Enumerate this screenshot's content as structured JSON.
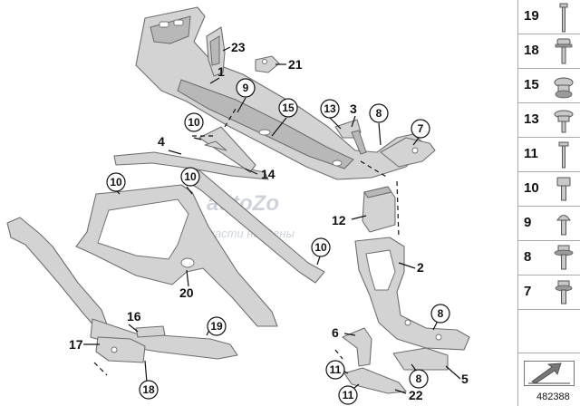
{
  "diagram": {
    "callouts_plain": [
      {
        "id": "23",
        "label": "23"
      },
      {
        "id": "21",
        "label": "21"
      },
      {
        "id": "1",
        "label": "1"
      },
      {
        "id": "3",
        "label": "3"
      },
      {
        "id": "4",
        "label": "4"
      },
      {
        "id": "14",
        "label": "14"
      },
      {
        "id": "12",
        "label": "12"
      },
      {
        "id": "2",
        "label": "2"
      },
      {
        "id": "20",
        "label": "20"
      },
      {
        "id": "16",
        "label": "16"
      },
      {
        "id": "17",
        "label": "17"
      },
      {
        "id": "6",
        "label": "6"
      },
      {
        "id": "5",
        "label": "5"
      },
      {
        "id": "22",
        "label": "22"
      }
    ],
    "callouts_circled": [
      {
        "id": "9",
        "label": "9"
      },
      {
        "id": "15",
        "label": "15"
      },
      {
        "id": "13",
        "label": "13"
      },
      {
        "id": "8a",
        "label": "8"
      },
      {
        "id": "7",
        "label": "7"
      },
      {
        "id": "10a",
        "label": "10"
      },
      {
        "id": "10b",
        "label": "10"
      },
      {
        "id": "10c",
        "label": "10"
      },
      {
        "id": "10d",
        "label": "10"
      },
      {
        "id": "19",
        "label": "19"
      },
      {
        "id": "18",
        "label": "18"
      },
      {
        "id": "8b",
        "label": "8"
      },
      {
        "id": "8c",
        "label": "8"
      },
      {
        "id": "11a",
        "label": "11"
      },
      {
        "id": "11b",
        "label": "11"
      }
    ],
    "watermark": {
      "brand": "autoZo",
      "subtitle": "Запчасти найдены"
    }
  },
  "legend": {
    "items": [
      "19",
      "18",
      "15",
      "13",
      "11",
      "10",
      "9",
      "8",
      "7"
    ]
  },
  "reference_number": "482388"
}
